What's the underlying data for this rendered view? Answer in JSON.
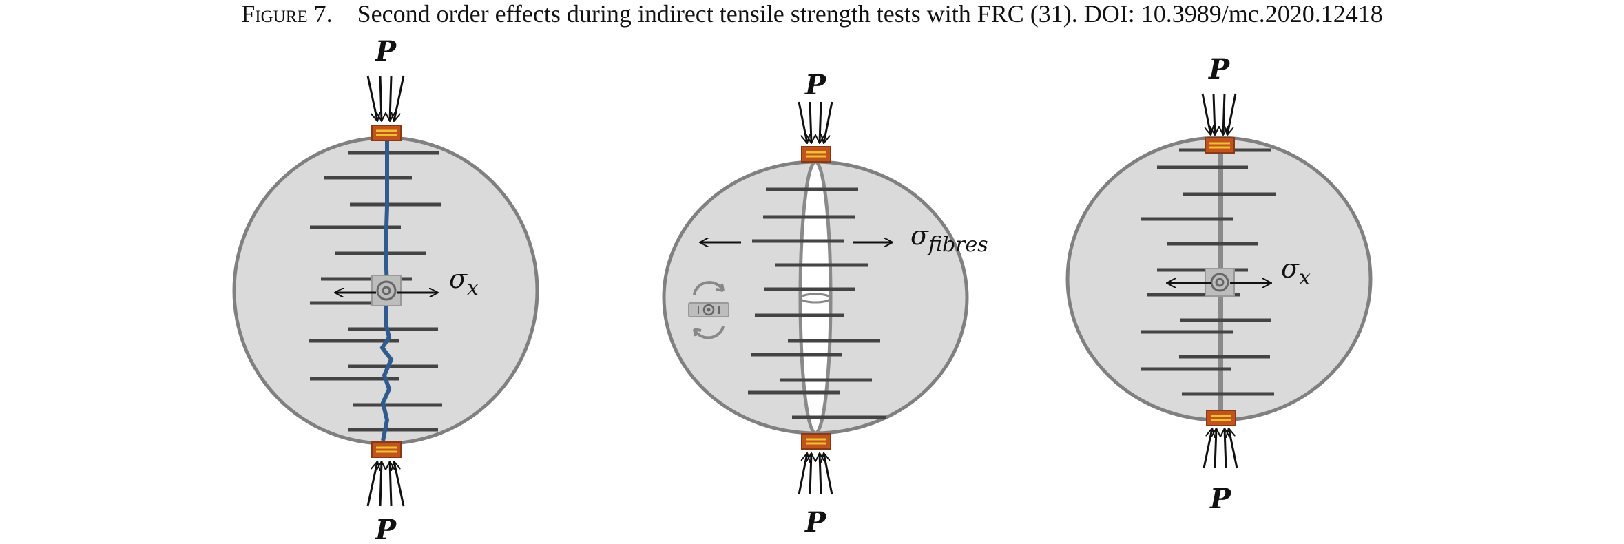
{
  "caption": {
    "label": "Figure 7.",
    "text": "Second order effects during indirect tensile strength tests with FRC (31). DOI: 10.3989/mc.2020.12418"
  },
  "labels": {
    "load": "P",
    "sigma": "σ",
    "sub_x": "x",
    "sub_fibres": "fibres"
  },
  "colors": {
    "disc_fill": "#dadada",
    "disc_stroke": "#808080",
    "crack": "#2f5b8f",
    "plate_fill": "#c0531e",
    "plate_line": "#f0c030",
    "fibre": "#4a4a4a",
    "crack_band": "#8a8a8a"
  }
}
